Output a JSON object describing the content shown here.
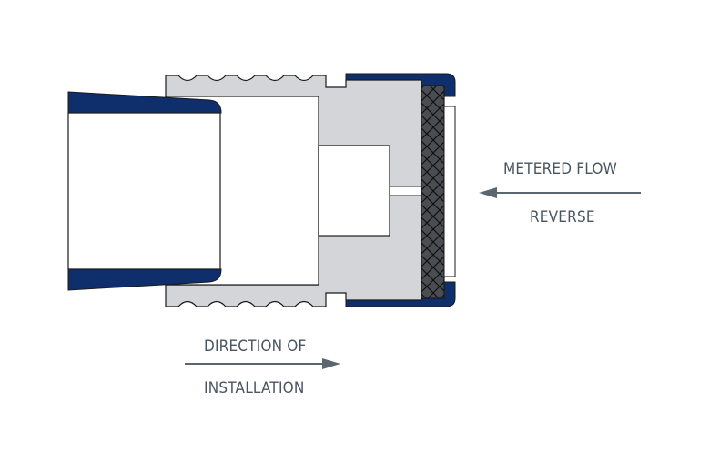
{
  "labels": {
    "metered_flow": "METERED FLOW",
    "reverse": "REVERSE",
    "direction_of": "DIRECTION OF",
    "installation": "INSTALLATION"
  },
  "colors": {
    "navy": "#0e2f6b",
    "body_gray": "#d3d5d9",
    "filter_dark": "#4a4d52",
    "outline": "#1a1a1a",
    "arrow": "#5a6670",
    "text": "#4a5560"
  }
}
